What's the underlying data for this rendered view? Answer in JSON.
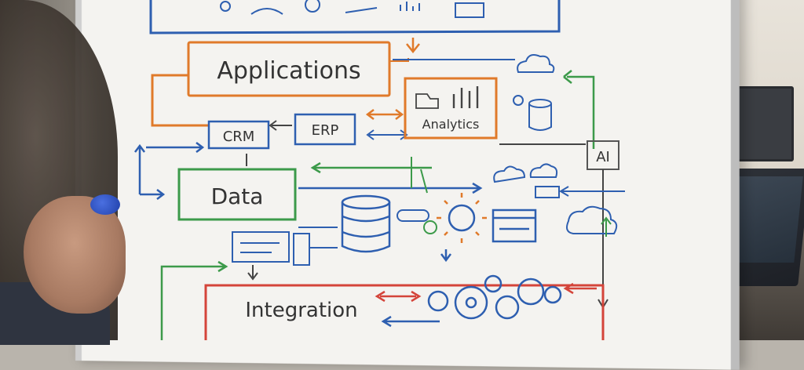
{
  "diagram": {
    "applications_label": "Applications",
    "crm_label": "CRM",
    "erp_label": "ERP",
    "analytics_label": "Analytics",
    "ai_label": "AI",
    "data_label": "Data",
    "integration_label": "Integration"
  },
  "colors": {
    "orange": "#e07a2a",
    "blue": "#2e5fb0",
    "green": "#3c9a4a",
    "red": "#d4443a",
    "ink": "#333333"
  }
}
